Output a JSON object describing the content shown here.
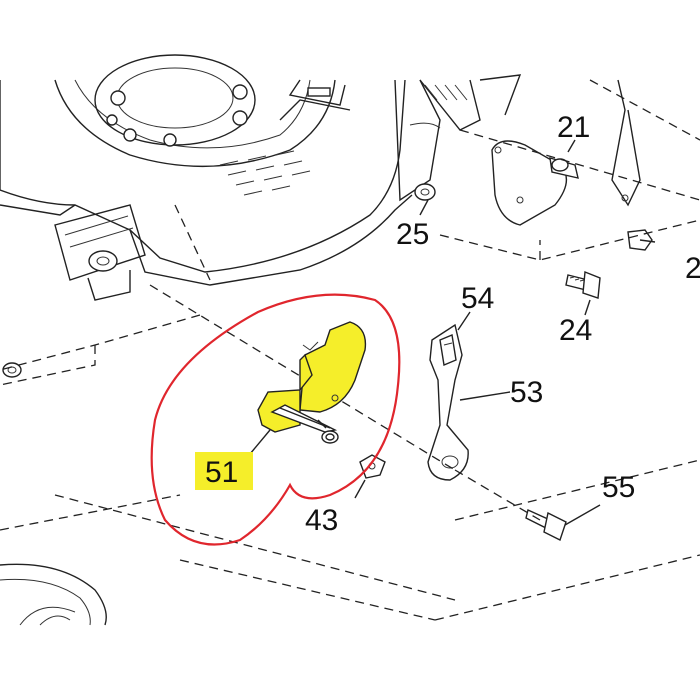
{
  "diagram": {
    "highlight_color": "#f5ee2a",
    "circle_color": "#e0262d",
    "labels": {
      "p21": "21",
      "p25": "25",
      "p2x": "2",
      "p54": "54",
      "p24": "24",
      "p53": "53",
      "p51": "51",
      "p55": "55",
      "p43": "43"
    }
  }
}
